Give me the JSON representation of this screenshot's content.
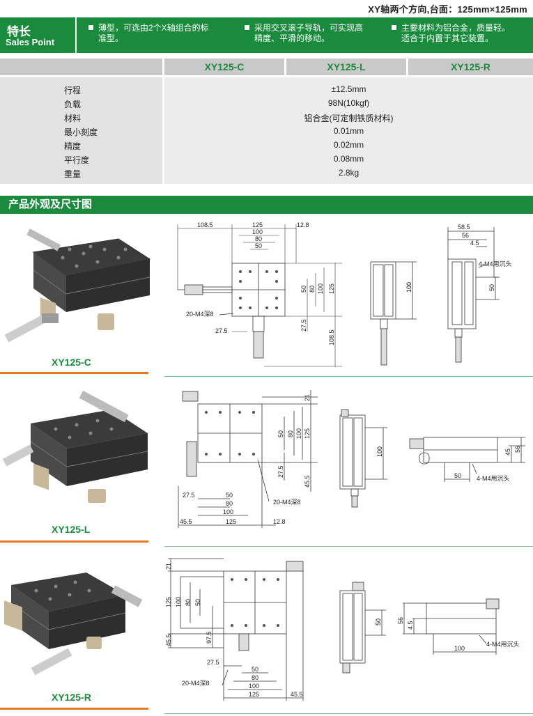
{
  "header": {
    "title": "XY轴两个方向,台面：125mm×125mm"
  },
  "sales_point": {
    "label_cn": "特长",
    "label_en": "Sales Point",
    "features": [
      {
        "line1": "薄型，可选由2个X轴组合的标",
        "line2": "准型。"
      },
      {
        "line1": "采用交叉滚子导轨，可实现高",
        "line2": "精度、平滑的移动。"
      },
      {
        "line1": "主要材料为铝合金，质量轻。",
        "line2": "适合于内置于其它装置。"
      }
    ]
  },
  "spec_table": {
    "models": [
      "XY125-C",
      "XY125-L",
      "XY125-R"
    ],
    "rows": [
      {
        "label": "行程",
        "value": "±12.5mm"
      },
      {
        "label": "负载",
        "value": "98N(10kgf)"
      },
      {
        "label": "材料",
        "value": "铝合金(可定制铁质材料)"
      },
      {
        "label": "最小刻度",
        "value": "0.01mm"
      },
      {
        "label": "精度",
        "value": "0.02mm"
      },
      {
        "label": "平行度",
        "value": "0.08mm"
      },
      {
        "label": "重量",
        "value": "2.8kg"
      }
    ]
  },
  "section": {
    "title": "产品外观及尺寸图"
  },
  "products": [
    {
      "model": "XY125-C",
      "dims": {
        "top": [
          "108.5",
          "125",
          "100",
          "80",
          "50",
          "12.8"
        ],
        "right": [
          "50",
          "80",
          "100",
          "125"
        ],
        "bottom": [
          "27.5",
          "27.5",
          "108.5"
        ],
        "note": "20-M4深8",
        "side1": "100",
        "side2": [
          "58.5",
          "56",
          "4.5",
          "50"
        ],
        "side2_note": "4-M4用沉头"
      }
    },
    {
      "model": "XY125-L",
      "dims": {
        "right": [
          "21",
          "50",
          "80",
          "100",
          "125"
        ],
        "mid": [
          "27.5",
          "45.5"
        ],
        "bottom": [
          "27.5",
          "50",
          "80",
          "100",
          "45.5",
          "125",
          "12.8"
        ],
        "note": "20-M4深8",
        "side1": "100",
        "side2": [
          "45",
          "56",
          "50"
        ],
        "side2_note": "4-M4用沉头"
      }
    },
    {
      "model": "XY125-R",
      "dims": {
        "left": [
          "21",
          "125",
          "100",
          "80",
          "50",
          "45.5",
          "97.5"
        ],
        "bottom": [
          "27.5",
          "50",
          "80",
          "100",
          "125",
          "45.5"
        ],
        "note": "20-M4深8",
        "side1": "50",
        "side2": [
          "56",
          "4.5",
          "100"
        ],
        "side2_note": "4-M4用沉头"
      }
    }
  ]
}
